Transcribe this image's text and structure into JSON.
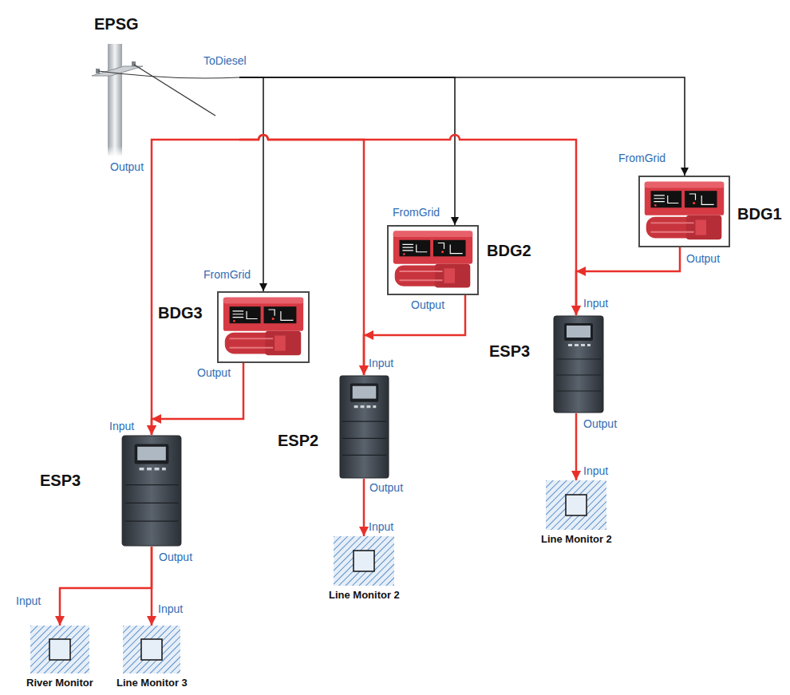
{
  "diagram": {
    "nodes": [
      {
        "text": [
          "EPSG"
        ]
      },
      {
        "text": [
          "BDG1"
        ]
      },
      {
        "text": [
          "BDG2"
        ]
      },
      {
        "text": [
          "BDG3"
        ]
      },
      {
        "text": [
          "ESP3"
        ]
      },
      {
        "text": [
          "ESP2"
        ]
      },
      {
        "text": [
          "ESP3"
        ]
      },
      {
        "text": [
          "Line Monitor 2"
        ]
      },
      {
        "text": [
          "Line Monitor 2"
        ]
      },
      {
        "text": [
          "River Monitor"
        ]
      },
      {
        "text": [
          "Line Monitor 3"
        ]
      }
    ],
    "edges": [
      {
        "from": 0,
        "to": 1,
        "arrow": "to"
      },
      {
        "from": 0,
        "to": 2,
        "arrow": "to"
      },
      {
        "from": 0,
        "to": 3,
        "arrow": "to"
      },
      {
        "from": 0,
        "to": 6,
        "arrow": "to"
      },
      {
        "from": 0,
        "to": 5,
        "arrow": "to"
      },
      {
        "from": 0,
        "to": 4,
        "arrow": "to"
      },
      {
        "from": 1,
        "to": 4,
        "arrow": "to"
      },
      {
        "from": 2,
        "to": 5,
        "arrow": "to"
      },
      {
        "from": 3,
        "to": 6,
        "arrow": "to"
      },
      {
        "from": 6,
        "to": 9,
        "arrow": "to"
      },
      {
        "from": 6,
        "to": 10,
        "arrow": "to"
      },
      {
        "from": 5,
        "to": 8,
        "arrow": "to"
      },
      {
        "from": 4,
        "to": 7,
        "arrow": "to"
      }
    ],
    "labels": [
      "ToDiesel",
      "Output",
      "FromGrid",
      "FromGrid",
      "FromGrid",
      "Output",
      "Output",
      "Output",
      "Input",
      "Input",
      "Input",
      "Output",
      "Output",
      "Output",
      "Input",
      "Input",
      "Input",
      "Input"
    ]
  }
}
